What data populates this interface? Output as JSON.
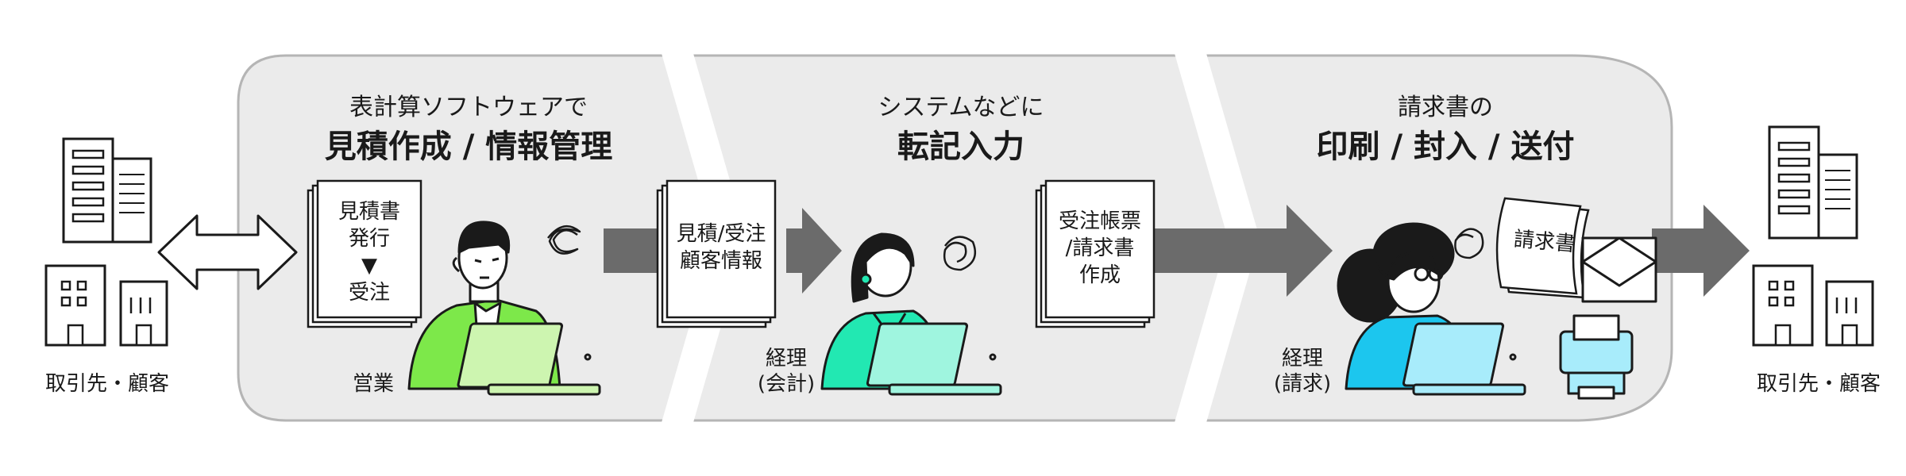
{
  "left_client": {
    "label": "取引先・顧客"
  },
  "right_client": {
    "label": "取引先・顧客"
  },
  "stages": [
    {
      "subtitle": "表計算ソフトウェアで",
      "title": "見積作成 / 情報管理",
      "doc_lines": [
        "見積書",
        "発行",
        "▼",
        "受注"
      ],
      "person": "営業"
    },
    {
      "subtitle": "システムなどに",
      "title": "転記入力",
      "doc_lines": [
        "見積/受注",
        "顧客情報"
      ],
      "person_lines": [
        "経理",
        "(会計)"
      ]
    },
    {
      "subtitle": "請求書の",
      "title": "印刷 / 封入 / 送付",
      "doc_lines": [
        "受注帳票",
        "/請求書",
        "作成"
      ],
      "invoice": "請求書",
      "person_lines": [
        "経理",
        "(請求)"
      ]
    }
  ],
  "colors": {
    "panel": "#ebebeb",
    "panel_border": "#b5b5b5",
    "arrow": "#6b6b6b",
    "person1": "#7de84a",
    "person2": "#22e8b2",
    "person3": "#1cc6ee"
  }
}
